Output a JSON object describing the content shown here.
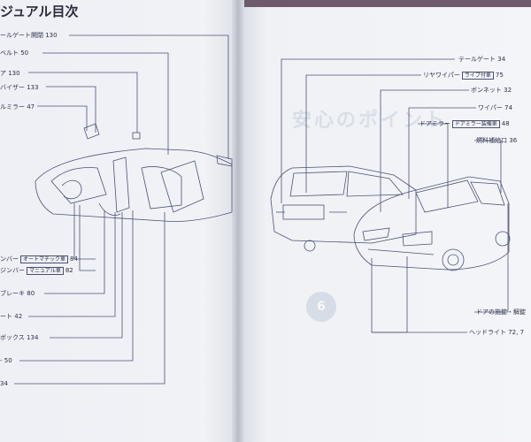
{
  "left_page": {
    "title": "ジュアル目次",
    "top_labels": [
      {
        "text": "ールゲート開閉 130"
      },
      {
        "text": "ベルト 50"
      },
      {
        "text": "ア 130"
      },
      {
        "text": "バイザー 133"
      },
      {
        "text": "ルミラー 47"
      }
    ],
    "bottom_labels": [
      {
        "prefix": "ンバー",
        "badge": "オートマチック車",
        "suffix": "84"
      },
      {
        "prefix": "ジンバー",
        "badge": "マニュアル車",
        "suffix": "82"
      },
      {
        "prefix": "ブレーキ",
        "badge": "",
        "suffix": "80"
      },
      {
        "prefix": "ート",
        "badge": "",
        "suffix": "42"
      },
      {
        "prefix": "ボックス",
        "badge": "",
        "suffix": "134"
      },
      {
        "prefix": "-",
        "badge": "",
        "suffix": "50"
      },
      {
        "prefix": "",
        "badge": "",
        "suffix": "34"
      }
    ]
  },
  "right_page": {
    "top_labels": [
      {
        "prefix": "テールゲート",
        "badge": "",
        "suffix": "34"
      },
      {
        "prefix": "リヤワイパー",
        "badge": "ライプ付車",
        "suffix": "75"
      },
      {
        "prefix": "ボンネット",
        "badge": "",
        "suffix": "32"
      },
      {
        "prefix": "ワイパー",
        "badge": "",
        "suffix": "74"
      },
      {
        "prefix": "ドアミラー",
        "badge": "ドアミラー装備車",
        "suffix": "48"
      },
      {
        "prefix": "燃料補給口",
        "badge": "",
        "suffix": "36"
      }
    ],
    "bottom_labels": [
      {
        "text": "ドアの施錠・解錠"
      },
      {
        "text": "ヘッドライト 72, 7"
      }
    ],
    "watermark": "安心のポイント",
    "section_number": "6"
  },
  "colors": {
    "line": "#4b5278",
    "text": "#2c2f4a",
    "paper": "#f3f4f7"
  }
}
